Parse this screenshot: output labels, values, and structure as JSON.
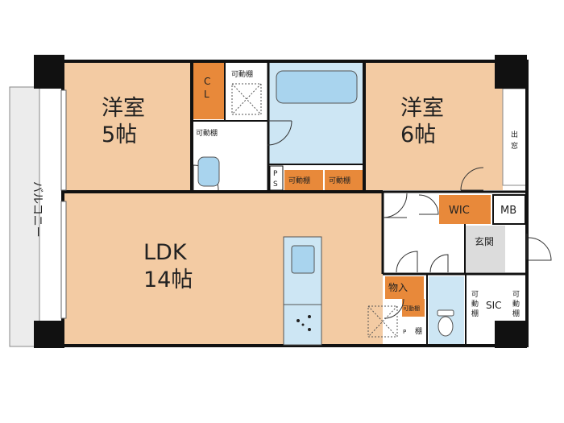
{
  "colors": {
    "room_tan": "#f3cba3",
    "closet_orange": "#e8893a",
    "wet_blue": "#cde6f4",
    "fixture_blue": "#a9d4ee",
    "entry_gray": "#dcdcdc",
    "balcony_gray": "#ececec",
    "wall": "#111111"
  },
  "rooms": {
    "western_5": {
      "name": "洋室",
      "size": "5帖"
    },
    "western_6": {
      "name": "洋室",
      "size": "6帖"
    },
    "ldk": {
      "name": "LDK",
      "size": "14帖"
    }
  },
  "labels": {
    "balcony": "バルコニー",
    "cl": [
      "C",
      "L"
    ],
    "wic": "WIC",
    "mb": "MB",
    "entrance": "玄関",
    "storage": "物入",
    "sic": "SIC",
    "bay_window": [
      "出",
      "窓"
    ],
    "ps": [
      "P",
      "S"
    ],
    "shelf": "棚",
    "movable_shelf": "可動棚",
    "movable_shelf_v": [
      "可",
      "動",
      "棚"
    ]
  },
  "icons": [
    "bathtub-icon",
    "washbasin-icon",
    "toilet-icon",
    "kitchen-sink-icon",
    "stove-burners-icon",
    "door-swing-icon"
  ]
}
